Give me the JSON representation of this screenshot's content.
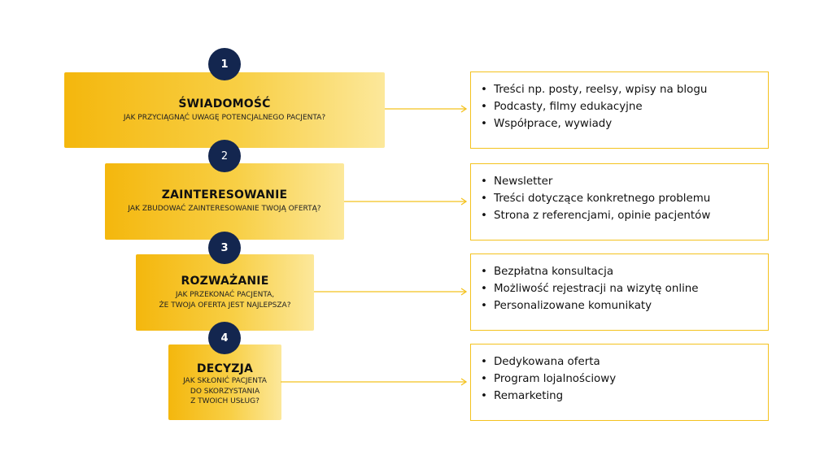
{
  "stages": [
    {
      "number": "1",
      "title": "ŚWIADOMOŚĆ",
      "question": [
        "JAK PRZYCIĄGNĄĆ UWAGĘ POTENCJALNEGO PACJENTA?"
      ],
      "items": [
        "Treści np. posty, reelsy, wpisy na blogu",
        "Podcasty, filmy edukacyjne",
        "Współprace, wywiady"
      ]
    },
    {
      "number": "2",
      "title": "ZAINTERESOWANIE",
      "question": [
        "JAK ZBUDOWAĆ ZAINTERESOWANIE TWOJĄ OFERTĄ?"
      ],
      "items": [
        "Newsletter",
        "Treści dotyczące konkretnego problemu",
        "Strona z referencjami, opinie pacjentów"
      ]
    },
    {
      "number": "3",
      "title": "ROZWAŻANIE",
      "question": [
        "JAK PRZEKONAĆ PACJENTA,",
        "ŻE TWOJA OFERTA JEST NAJLEPSZA?"
      ],
      "items": [
        "Bezpłatna konsultacja",
        "Możliwość rejestracji na wizytę online",
        "Personalizowane komunikaty"
      ]
    },
    {
      "number": "4",
      "title": "DECYZJA",
      "question": [
        "JAK SKŁONIĆ PACJENTA",
        "DO SKORZYSTANIA",
        "Z TWOICH USŁUG?"
      ],
      "items": [
        "Dedykowana oferta",
        "Program lojalnościowy",
        "Remarketing"
      ]
    }
  ],
  "bullet_char": "•",
  "colors": {
    "accent": "#f4b70d",
    "accent_light": "#fce89b",
    "circle": "#13264f",
    "border": "#f4c21e"
  }
}
